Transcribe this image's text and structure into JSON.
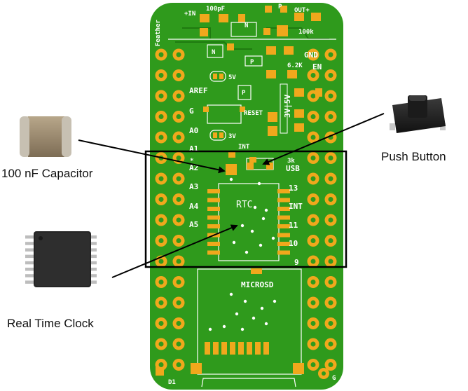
{
  "colors": {
    "board": "#2f9a1c",
    "board_dark": "#1f7a10",
    "pad": "#f0a81c",
    "silk": "#ffffff",
    "highlight_box": "#000000",
    "arrow": "#000000"
  },
  "board": {
    "top_labels": [
      "+IN",
      "100pF",
      "OUT+"
    ],
    "side_label": "Feather",
    "left_pins": [
      "AREF",
      "G",
      "A0",
      "A1",
      "A2",
      "A3",
      "A4",
      "A5"
    ],
    "right_pins": [
      "GND",
      "EN",
      "USB",
      "13",
      "INT",
      "11",
      "10",
      "9"
    ],
    "right_top_labels": [
      "100k",
      "6.2K"
    ],
    "jumper_labels": [
      "5V",
      "3V"
    ],
    "vertical_label": "3V|5V",
    "reset_label": "RESET",
    "int_label": "INT",
    "resistor_label": "3k",
    "chip_label": "RTC",
    "sd_label": "MICROSD",
    "corner_labels": [
      "D1",
      "G"
    ],
    "marker_labels": [
      "N",
      "N",
      "P",
      "P",
      "P"
    ]
  },
  "callouts": {
    "capacitor": "100 nF Capacitor",
    "button": "Push Button",
    "rtc": "Real Time Clock"
  },
  "icons": [
    "capacitor-icon",
    "push-button-icon",
    "rtc-chip-icon"
  ]
}
